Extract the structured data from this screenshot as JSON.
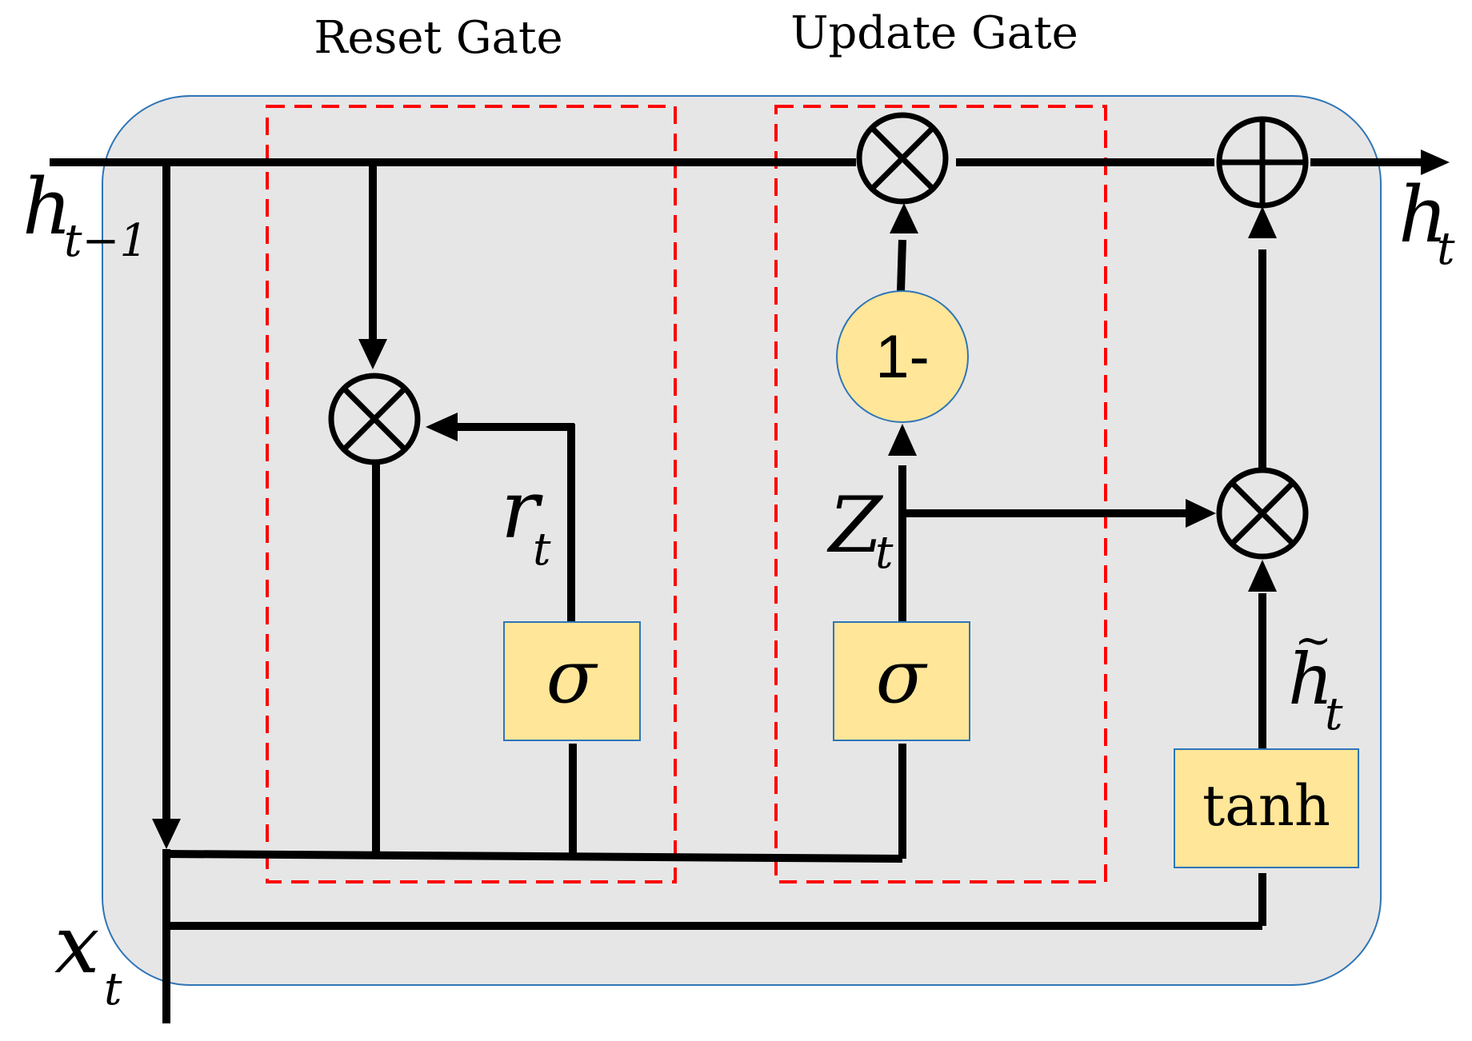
{
  "gate_titles": {
    "reset": "Reset Gate",
    "update": "Update Gate"
  },
  "labels": {
    "h_prev": "h",
    "h_prev_sub": "t−1",
    "h_out": "h",
    "h_out_sub": "t",
    "x": "x",
    "x_sub": "t",
    "r": "r",
    "r_sub": "t",
    "z": "Z",
    "z_sub": "t",
    "h_tilde": "h",
    "h_tilde_accent": "~",
    "h_tilde_sub": "t"
  },
  "blocks": {
    "sigma_reset": "σ",
    "sigma_update": "σ",
    "tanh": "tanh",
    "one_minus": "1-"
  },
  "operators": {
    "multiply": "⊗",
    "add": "⊕"
  },
  "colors": {
    "cell_background": "#e6e6e6",
    "cell_border": "#2e75b6",
    "gate_box_dash": "#ff0000",
    "block_fill": "#ffe699",
    "block_border": "#2e75b6",
    "one_minus_fill": "#ffe699",
    "line": "#000000"
  }
}
